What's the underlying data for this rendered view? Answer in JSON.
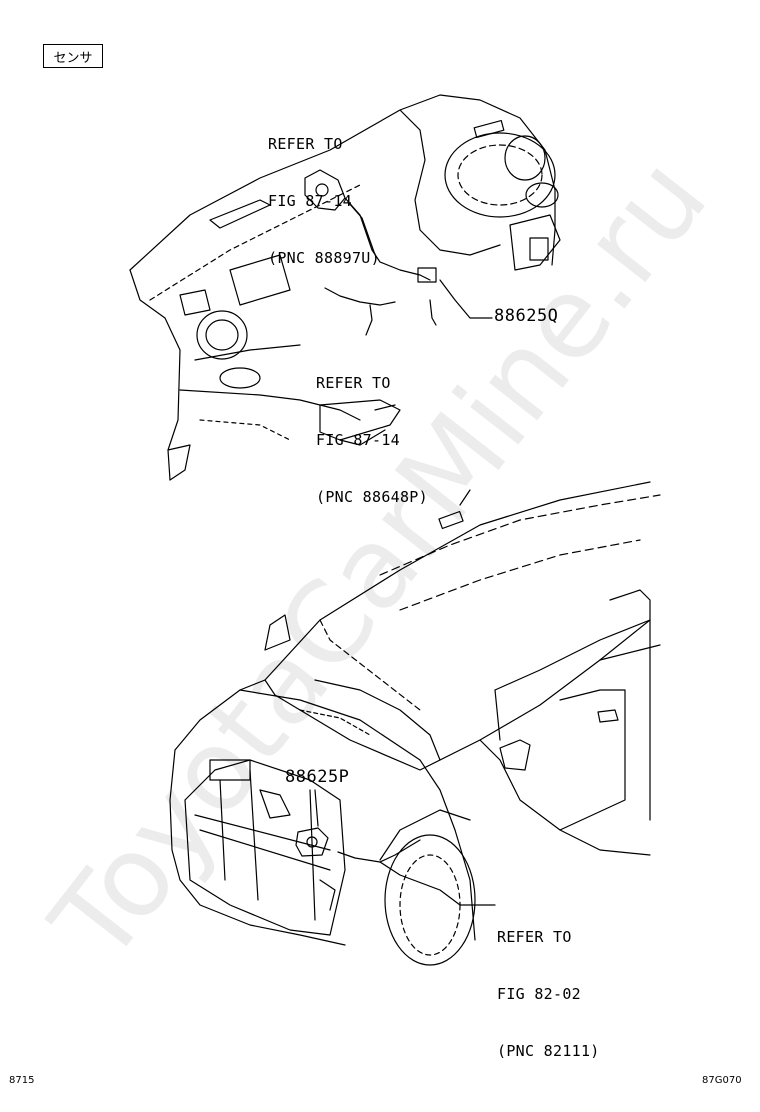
{
  "section_label": "センサ",
  "callouts": {
    "top_refer": [
      "REFER TO",
      "FIG 87-14",
      "(PNC 88897U)"
    ],
    "mid_refer": [
      "REFER TO",
      "FIG 87-14",
      "(PNC 88648P)"
    ],
    "bottom_refer": [
      "REFER TO",
      "FIG 82-02",
      "(PNC 82111)"
    ]
  },
  "parts": {
    "upper_sensor": "88625Q",
    "lower_sensor": "88625P"
  },
  "footer": {
    "left_code": "8715",
    "right_code": "87G070"
  },
  "watermark": "ToyotaCarMine.ru"
}
